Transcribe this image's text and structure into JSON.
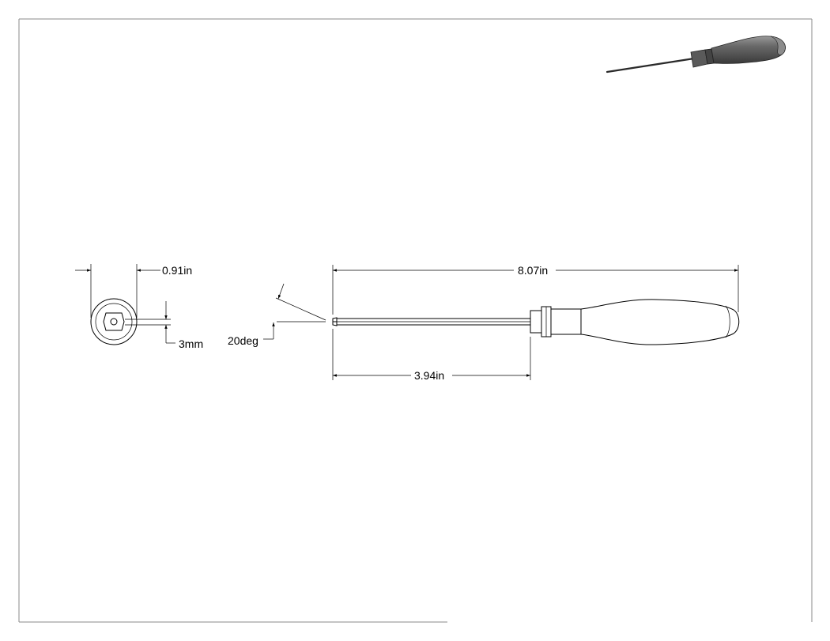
{
  "drawing": {
    "dimensions": {
      "face_diameter": "0.91in",
      "hex_size": "3mm",
      "tip_angle": "20deg",
      "overall_length": "8.07in",
      "shaft_length": "3.94in"
    },
    "colors": {
      "line": "#000000",
      "frame": "#8a8a8a",
      "render_handle": "#4a4a4a",
      "render_shaft": "#2a2a2a"
    }
  }
}
